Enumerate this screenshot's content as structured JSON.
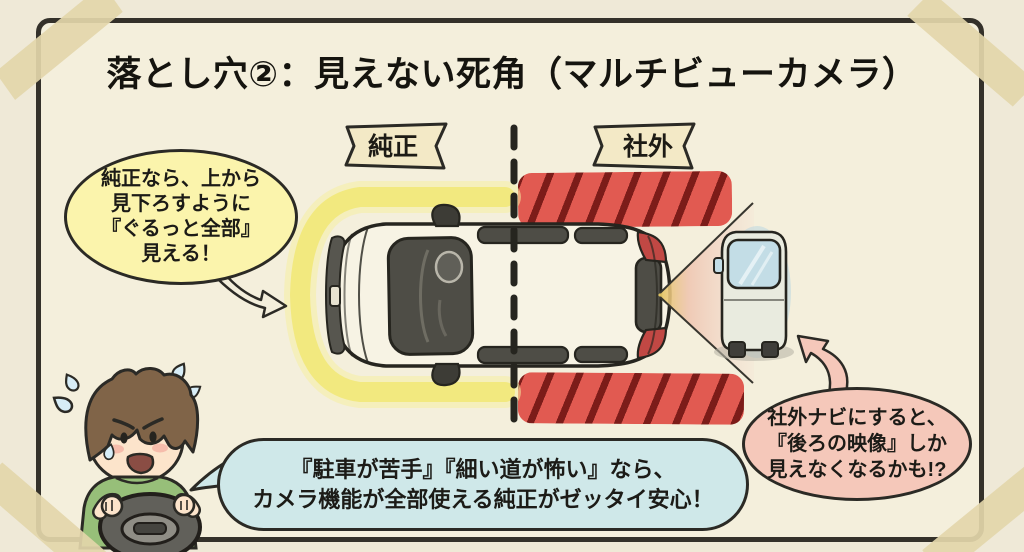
{
  "title": "落とし穴②：見えない死角（マルチビューカメラ）",
  "banners": {
    "left": "純正",
    "right": "社外"
  },
  "speech_bubbles": {
    "oem": {
      "lines": [
        "純正なら、上から",
        "見下ろすように",
        "『ぐるっと全部』",
        "見える！"
      ]
    },
    "aftermarket": {
      "lines": [
        "社外ナビにすると、",
        "『後ろの映像』しか",
        "見えなくなるかも!?"
      ]
    },
    "conclusion": {
      "lines": [
        "『駐車が苦手』『細い道が怖い』なら、",
        "カメラ機能が全部使える純正がゼッタイ安心！"
      ]
    }
  },
  "figures": {
    "left_zone": "car-top-view-with-full-surround-glow",
    "right_zone": "blind-spot-hatching-and-rear-camera-cone",
    "character": "worried-driver-holding-steering-wheel"
  },
  "colors": {
    "background": "#f4efdc",
    "frame": "#34312a",
    "tape": "#e3d6aa",
    "oem_bubble": "#fbf4ac",
    "aftermarket_bubble": "#f5c8ba",
    "conclusion_bubble": "#cfe8e9",
    "surround_glow": "#f1e87b",
    "blind_spot_red": "#e15a51",
    "hatch_stripe": "#7c1c19"
  }
}
